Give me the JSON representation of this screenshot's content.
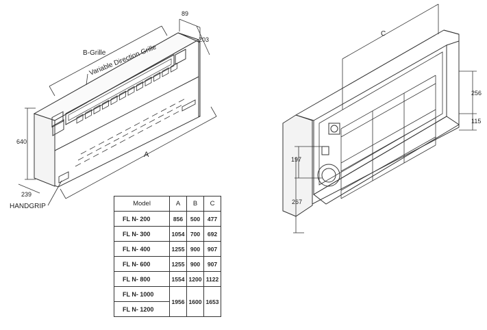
{
  "left_unit": {
    "labels": {
      "b_grille": "B-Grille",
      "variable_direction_grille": "Variable Direction Grille",
      "handgrip": "HANDGRIP",
      "dim_a": "A"
    },
    "dimensions": {
      "depth_top": "89",
      "depth_side": "203",
      "height": "640",
      "base_depth": "239"
    }
  },
  "right_unit": {
    "labels": {
      "dim_c": "C"
    },
    "dimensions": {
      "upper": "256",
      "lower": "115",
      "pipe": "197",
      "bottom": "267"
    }
  },
  "table": {
    "headers": [
      "Model",
      "A",
      "B",
      "C"
    ],
    "rows": [
      {
        "model": "FL N- 200",
        "a": "856",
        "b": "500",
        "c": "477"
      },
      {
        "model": "FL N- 300",
        "a": "1054",
        "b": "700",
        "c": "692"
      },
      {
        "model": "FL N- 400",
        "a": "1255",
        "b": "900",
        "c": "907"
      },
      {
        "model": "FL N- 600",
        "a": "1255",
        "b": "900",
        "c": "907"
      },
      {
        "model": "FL N- 800",
        "a": "1554",
        "b": "1200",
        "c": "1122"
      }
    ],
    "merged": {
      "models": [
        "FL N- 1000",
        "FL N- 1200"
      ],
      "a": "1956",
      "b": "1600",
      "c": "1653"
    }
  }
}
